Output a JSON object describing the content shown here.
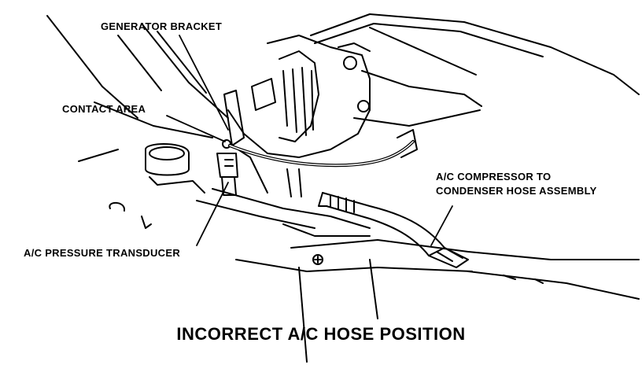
{
  "figure": {
    "labels": {
      "generator_bracket": "GENERATOR BRACKET",
      "contact_area": "CONTACT AREA",
      "pressure_transducer": "A/C PRESSURE TRANSDUCER",
      "hose_assembly_line1": "A/C COMPRESSOR TO",
      "hose_assembly_line2": "CONDENSER HOSE ASSEMBLY"
    },
    "caption": "INCORRECT A/C HOSE POSITION"
  }
}
